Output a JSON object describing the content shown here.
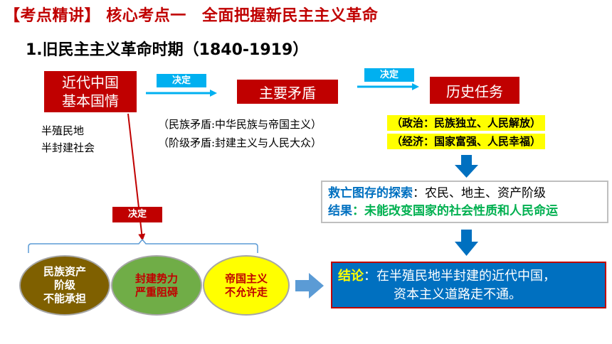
{
  "header": {
    "tag": "【考点精讲】",
    "core": "核心考点一",
    "topic": "全面把握新民主主义革命"
  },
  "title": "1.旧民主主义革命时期（1840-1919）",
  "boxes": {
    "national_condition_line1": "近代中国",
    "national_condition_line2": "基本国情",
    "main_contradiction": "主要矛盾",
    "historical_task": "历史任务"
  },
  "decide_label": "决定",
  "nature": {
    "line1": "半殖民地",
    "line2": "半封建社会"
  },
  "contradictions": {
    "line1": "（民族矛盾:中华民族与帝国主义）",
    "line2": "（阶级矛盾:封建主义与人民大众）"
  },
  "tasks": {
    "politics": "（政治：民族独立、人民解放）",
    "economy": "（经济：国家富强、人民幸福）"
  },
  "exploration": {
    "label": "救亡图存的探索",
    "text": "：农民、地主、资产阶级",
    "result_label": "结果",
    "result_text": "：未能改变国家的社会性质和人民命运"
  },
  "causes": {
    "bourgeoisie_line1": "民族资产",
    "bourgeoisie_line2": "阶级",
    "bourgeoisie_line3": "不能承担",
    "feudal_line1": "封建势力",
    "feudal_line2": "严重阻碍",
    "imperialism_line1": "帝国主义",
    "imperialism_line2": "不允许走"
  },
  "conclusion": {
    "label": "结论",
    "line1": "：在半殖民地半封建的近代中国，",
    "line2": "资本主义道路走不通。"
  },
  "colors": {
    "red": "#c00000",
    "cyan": "#00b0f0",
    "blue": "#0070c0",
    "yellow": "#ffff00",
    "green": "#70ad47",
    "brown": "#7f6000"
  }
}
